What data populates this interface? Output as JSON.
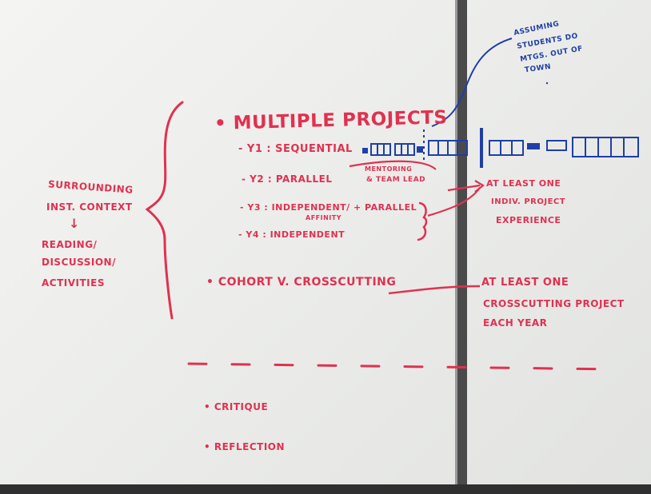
{
  "board": {
    "colors": {
      "marker_red": "#e0314f",
      "marker_blue": "#1f3fa6",
      "board": "#eeeeec",
      "frame": "#2a2a2a"
    },
    "left_margin": {
      "line1": "SURROUNDING",
      "line2": "INST. CONTEXT",
      "arrow": "↓",
      "line3": "READING/",
      "line4": "DISCUSSION/",
      "line5": "ACTIVITIES"
    },
    "heading": "• MULTIPLE PROJECTS",
    "years": {
      "y1": "- Y1 : SEQUENTIAL",
      "y2": "- Y2 : PARALLEL",
      "y3": "- Y3 : INDEPENDENT/ + PARALLEL",
      "y3_sub": "AFFINITY",
      "y4": "- Y4 : INDEPENDENT"
    },
    "mentorship_note": {
      "line1": "MENTORING",
      "line2": "& TEAM LEAD"
    },
    "individual_note": {
      "line1": "AT LEAST ONE",
      "line2": "INDIV. PROJECT",
      "line3": "EXPERIENCE"
    },
    "assuming_note": {
      "line1": "ASSUMING",
      "line2": "STUDENTS DO",
      "line3": "MTGS. OUT OF",
      "line4": "TOWN"
    },
    "cohort": "• COHORT V. CROSSCUTTING",
    "crosscutting_note": {
      "line1": "AT LEAST ONE",
      "line2": "CROSSCUTTING PROJECT",
      "line3": "EACH YEAR"
    },
    "critique": "• CRITIQUE",
    "reflection": "• REFLECTION"
  }
}
